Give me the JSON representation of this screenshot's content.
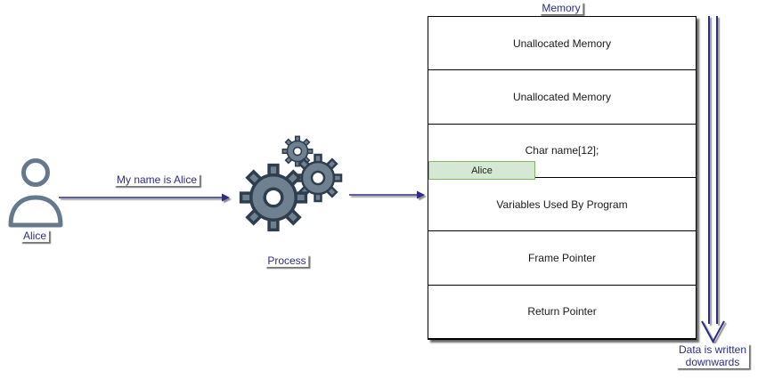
{
  "actor": {
    "label": "Alice"
  },
  "message_label": "My name is Alice",
  "process_label": "Process",
  "memory": {
    "title": "Memory",
    "rows": [
      "Unallocated Memory",
      "Unallocated Memory",
      "Char name[12];",
      "Variables Used By Program",
      "Frame Pointer",
      "Return Pointer"
    ],
    "buffer_value": "Alice"
  },
  "note": {
    "line1": "Data is written",
    "line2": "downwards"
  },
  "colors": {
    "accent_navy": "#2d2d86",
    "buffer_fill": "#d5e8d4",
    "buffer_border": "#82b366",
    "gear_fill": "#6f8191",
    "gear_stroke": "#2f3e4e",
    "person_stroke": "#66788c",
    "table_border": "#000000"
  }
}
